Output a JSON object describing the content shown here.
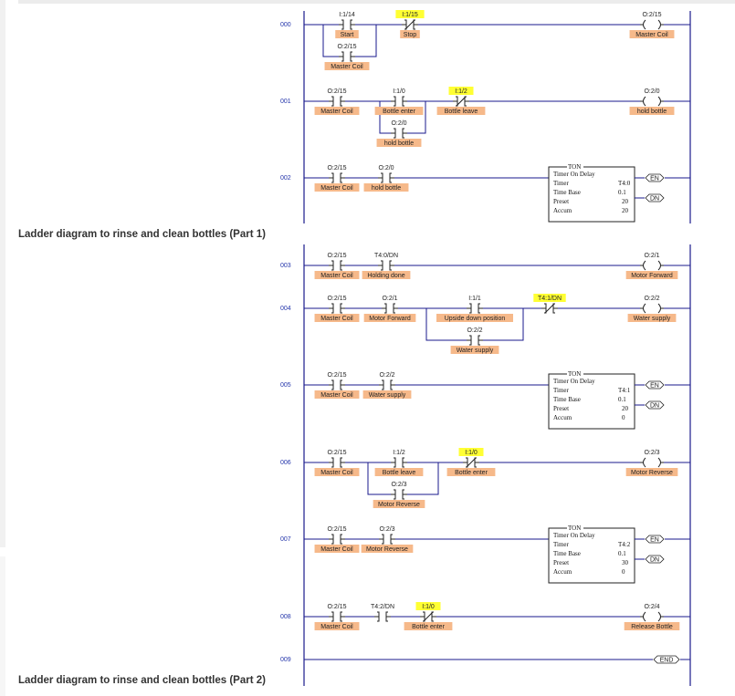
{
  "captions": {
    "part1": "Ladder diagram to rinse and clean bottles (Part 1)",
    "part2": "Ladder diagram to rinse and clean bottles (Part 2)"
  },
  "colors": {
    "rail": "#1a1a8c",
    "wire": "#1a1a8c",
    "tag_bg": "#f6b98a",
    "highlight": "#ffff33"
  },
  "rungs": [
    {
      "no": "000",
      "contacts": [
        {
          "addr": "I:1/14",
          "tag": "Start",
          "type": "NO"
        },
        {
          "addr": "I:1/15",
          "tag": "Stop",
          "type": "NC",
          "highlight": true
        }
      ],
      "branch": [
        {
          "addr": "O:2/15",
          "tag": "Master Coil",
          "type": "NO"
        }
      ],
      "output": {
        "addr": "O:2/15",
        "tag": "Master Coil"
      }
    },
    {
      "no": "001",
      "contacts": [
        {
          "addr": "O:2/15",
          "tag": "Master Coil",
          "type": "NO"
        },
        {
          "addr": "I:1/0",
          "tag": "Bottle enter",
          "type": "NO"
        },
        {
          "addr": "I:1/2",
          "tag": "Bottle leave",
          "type": "NC",
          "highlight": true
        }
      ],
      "branch": [
        {
          "addr": "O:2/0",
          "tag": "hold bottle",
          "type": "NO"
        }
      ],
      "output": {
        "addr": "O:2/0",
        "tag": "hold bottle"
      }
    },
    {
      "no": "002",
      "contacts": [
        {
          "addr": "O:2/15",
          "tag": "Master Coil",
          "type": "NO"
        },
        {
          "addr": "O:2/0",
          "tag": "hold bottle",
          "type": "NO"
        }
      ],
      "timer": {
        "name": "TON",
        "title": "Timer On Delay",
        "timer": "T4:0",
        "time_base": "0.1",
        "preset": "20",
        "accum": "20"
      }
    },
    {
      "no": "003",
      "contacts": [
        {
          "addr": "O:2/15",
          "tag": "Master Coil",
          "type": "NO"
        },
        {
          "addr": "T4:0/DN",
          "tag": "Holding done",
          "type": "NO"
        }
      ],
      "output": {
        "addr": "O:2/1",
        "tag": "Motor Forward"
      }
    },
    {
      "no": "004",
      "contacts": [
        {
          "addr": "O:2/15",
          "tag": "Master Coil",
          "type": "NO"
        },
        {
          "addr": "O:2/1",
          "tag": "Motor Forward",
          "type": "NO"
        },
        {
          "addr": "I:1/1",
          "tag": "Upside down position",
          "type": "NO"
        },
        {
          "addr": "T4:1/DN",
          "tag": "",
          "type": "NC",
          "highlight": true
        }
      ],
      "branch": [
        {
          "addr": "O:2/2",
          "tag": "Water supply",
          "type": "NO"
        }
      ],
      "output": {
        "addr": "O:2/2",
        "tag": "Water supply"
      }
    },
    {
      "no": "005",
      "contacts": [
        {
          "addr": "O:2/15",
          "tag": "Master Coil",
          "type": "NO"
        },
        {
          "addr": "O:2/2",
          "tag": "Water supply",
          "type": "NO"
        }
      ],
      "timer": {
        "name": "TON",
        "title": "Timer On Delay",
        "timer": "T4:1",
        "time_base": "0.1",
        "preset": "20",
        "accum": "0"
      }
    },
    {
      "no": "006",
      "contacts": [
        {
          "addr": "O:2/15",
          "tag": "Master Coil",
          "type": "NO"
        },
        {
          "addr": "I:1/2",
          "tag": "Bottle leave",
          "type": "NO"
        },
        {
          "addr": "I:1/0",
          "tag": "Bottle enter",
          "type": "NC",
          "highlight": true
        }
      ],
      "branch": [
        {
          "addr": "O:2/3",
          "tag": "Motor Reverse",
          "type": "NO"
        }
      ],
      "output": {
        "addr": "O:2/3",
        "tag": "Motor Reverse"
      }
    },
    {
      "no": "007",
      "contacts": [
        {
          "addr": "O:2/15",
          "tag": "Master Coil",
          "type": "NO"
        },
        {
          "addr": "O:2/3",
          "tag": "Motor Reverse",
          "type": "NO"
        }
      ],
      "timer": {
        "name": "TON",
        "title": "Timer On Delay",
        "timer": "T4:2",
        "time_base": "0.1",
        "preset": "30",
        "accum": "0"
      }
    },
    {
      "no": "008",
      "contacts": [
        {
          "addr": "O:2/15",
          "tag": "Master Coil",
          "type": "NO"
        },
        {
          "addr": "T4:2/DN",
          "tag": "",
          "type": "NO"
        },
        {
          "addr": "I:1/0",
          "tag": "Bottle enter",
          "type": "NC",
          "highlight": true
        }
      ],
      "output": {
        "addr": "O:2/4",
        "tag": "Release Bottle"
      }
    },
    {
      "no": "009",
      "end": "END"
    }
  ],
  "timer_labels": {
    "timer": "Timer",
    "time_base": "Time Base",
    "preset": "Preset",
    "accum": "Accum",
    "en": "EN",
    "dn": "DN"
  }
}
